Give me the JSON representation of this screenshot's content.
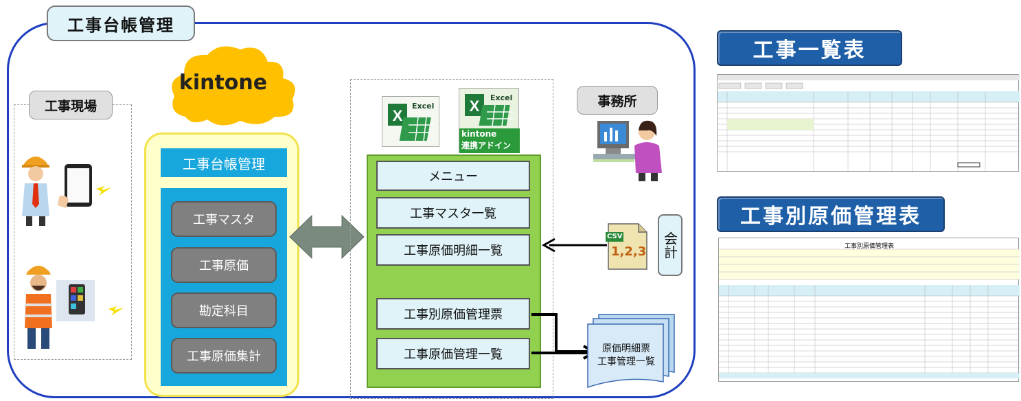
{
  "header": {
    "title": "工事台帳管理"
  },
  "sections": {
    "site_label": "工事現場",
    "office_label": "事務所",
    "cloud_label": "kintone"
  },
  "kintone_app": {
    "header": "工事台帳管理",
    "items": [
      "工事マスタ",
      "工事原価",
      "勘定科目",
      "工事原価集計"
    ]
  },
  "excel": {
    "icon1_label": "Excel",
    "icon2_label": "Excel",
    "addin_line1": "kintone",
    "addin_line2": "連携アドイン",
    "menu_items": [
      "メニュー",
      "工事マスタ一覧",
      "工事原価明細一覧",
      "工事別原価管理票",
      "工事原価管理一覧"
    ]
  },
  "accounting": {
    "csv_label": "CSV",
    "csv_numbers": "1,2,3",
    "label": "会計"
  },
  "output_doc": {
    "line1": "原価明細票",
    "line2": "工事管理一覧"
  },
  "right_panel": {
    "list_title": "工事一覧表",
    "cost_title": "工事別原価管理表",
    "sheet2_heading": "工事別原価管理表"
  },
  "colors": {
    "frame_blue": "#1f3fbf",
    "kintone_blue": "#17a7dc",
    "excel_green": "#92d050",
    "cloud_yellow": "#ffc000",
    "ribbon_blue": "#1f5fa8"
  }
}
